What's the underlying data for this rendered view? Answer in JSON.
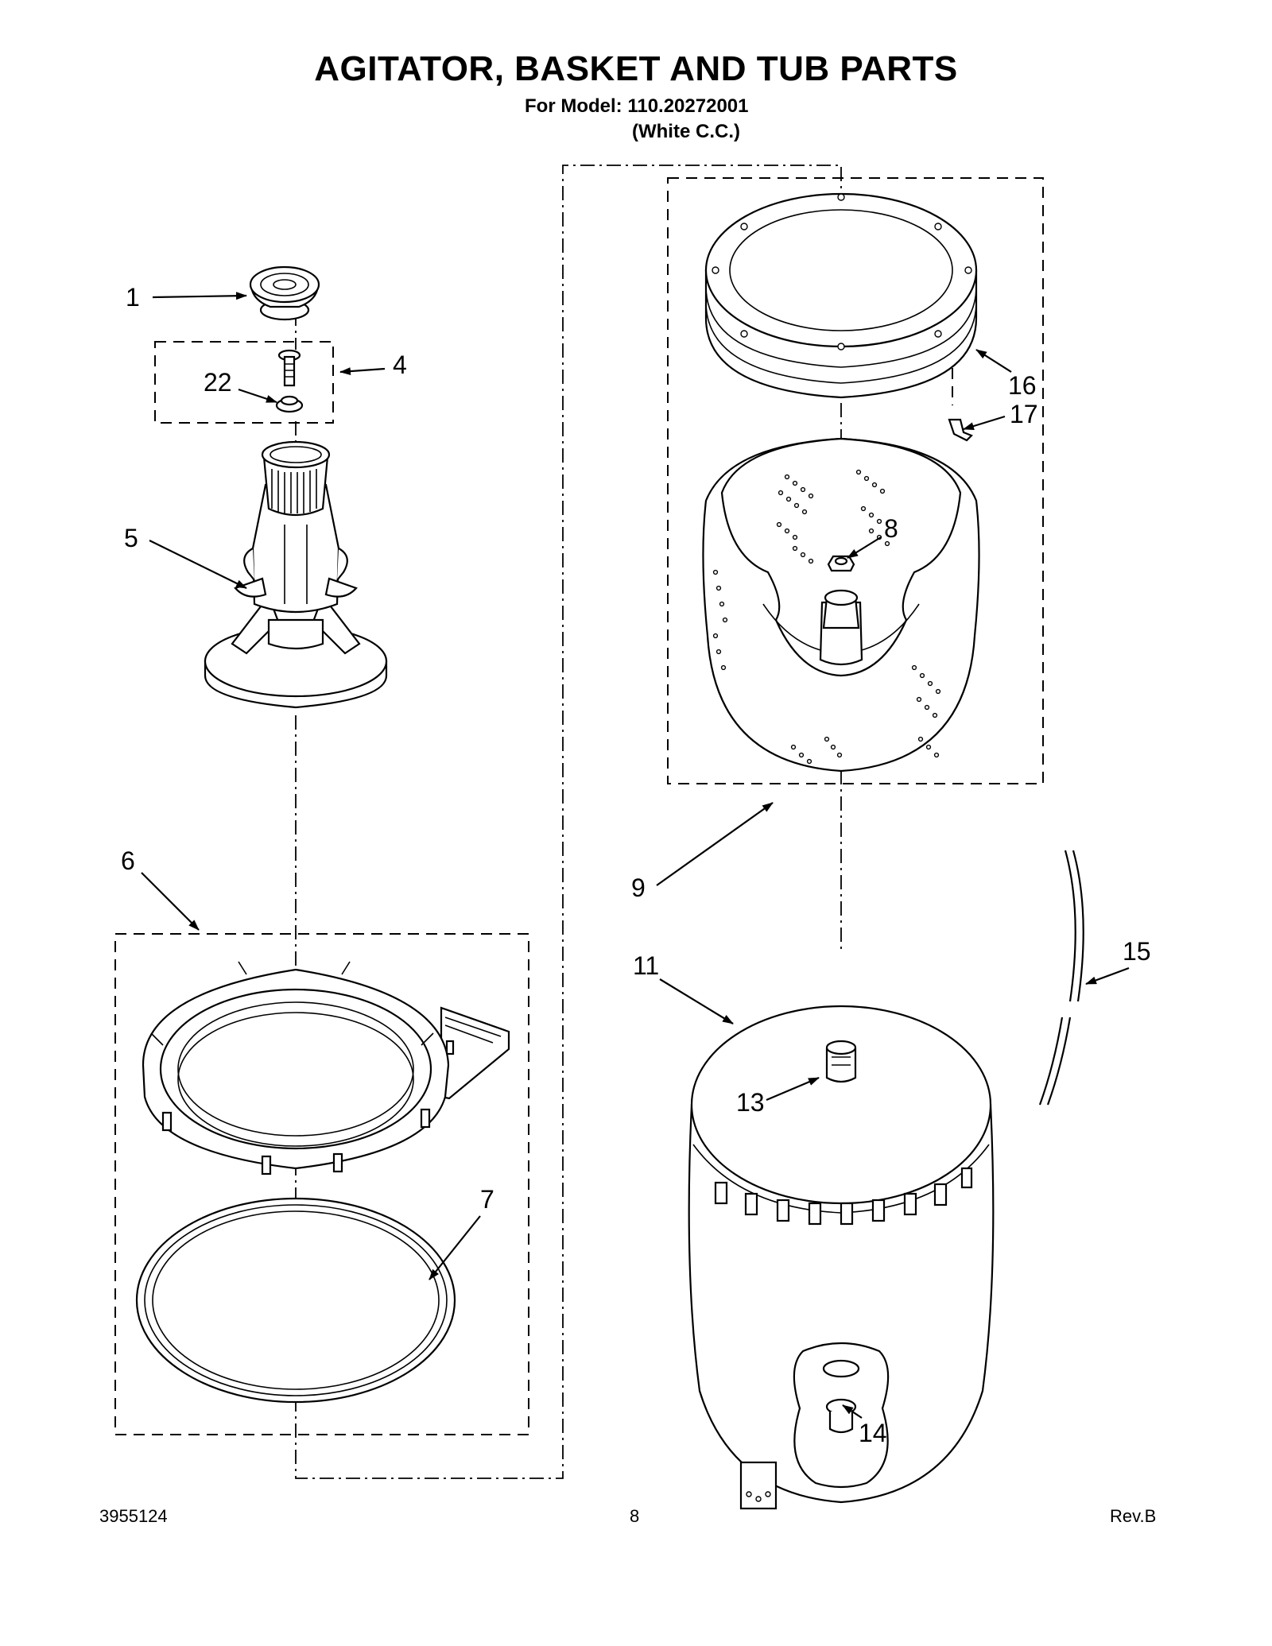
{
  "header": {
    "title": "AGITATOR, BASKET AND TUB PARTS",
    "model_line": "For Model: 110.20272001",
    "color_line": "(White C.C.)"
  },
  "callouts": [
    {
      "id": "1",
      "label": "1"
    },
    {
      "id": "4",
      "label": "4"
    },
    {
      "id": "22",
      "label": "22"
    },
    {
      "id": "5",
      "label": "5"
    },
    {
      "id": "6",
      "label": "6"
    },
    {
      "id": "7",
      "label": "7"
    },
    {
      "id": "8",
      "label": "8"
    },
    {
      "id": "9",
      "label": "9"
    },
    {
      "id": "11",
      "label": "11"
    },
    {
      "id": "13",
      "label": "13"
    },
    {
      "id": "14",
      "label": "14"
    },
    {
      "id": "15",
      "label": "15"
    },
    {
      "id": "16",
      "label": "16"
    },
    {
      "id": "17",
      "label": "17"
    }
  ],
  "footer": {
    "doc_number": "3955124",
    "page_number": "8",
    "revision": "Rev.B"
  }
}
